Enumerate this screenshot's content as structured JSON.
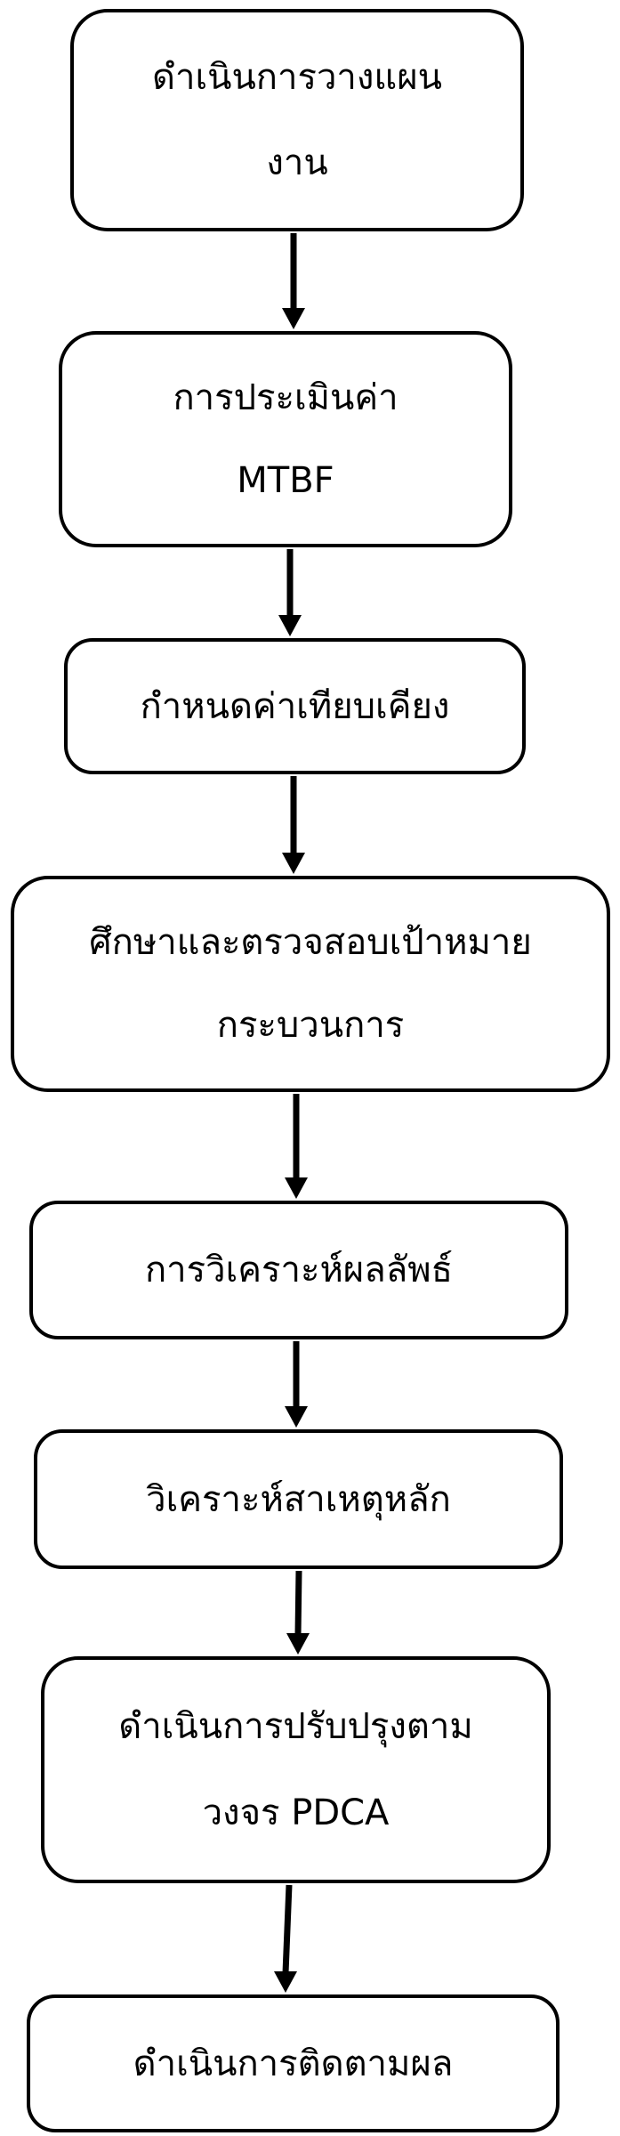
{
  "diagram": {
    "type": "flowchart",
    "direction": "top-to-bottom",
    "colors": {
      "stroke": "#000000",
      "fill": "#ffffff",
      "text": "#000000"
    },
    "steps": [
      {
        "lines": [
          "ดำเนินการวางแผน",
          "งาน"
        ]
      },
      {
        "lines": [
          "การประเมินค่า",
          "MTBF"
        ]
      },
      {
        "lines": [
          "กำหนดค่าเทียบเคียง"
        ]
      },
      {
        "lines": [
          "ศึกษาและตรวจสอบเป้าหมาย",
          "กระบวนการ"
        ]
      },
      {
        "lines": [
          "การวิเคราะห์ผลลัพธ์"
        ]
      },
      {
        "lines": [
          "วิเคราะห์สาเหตุหลัก"
        ]
      },
      {
        "lines": [
          "ดำเนินการปรับปรุงตาม",
          "วงจร PDCA"
        ]
      },
      {
        "lines": [
          "ดำเนินการติดตามผล"
        ]
      }
    ]
  }
}
